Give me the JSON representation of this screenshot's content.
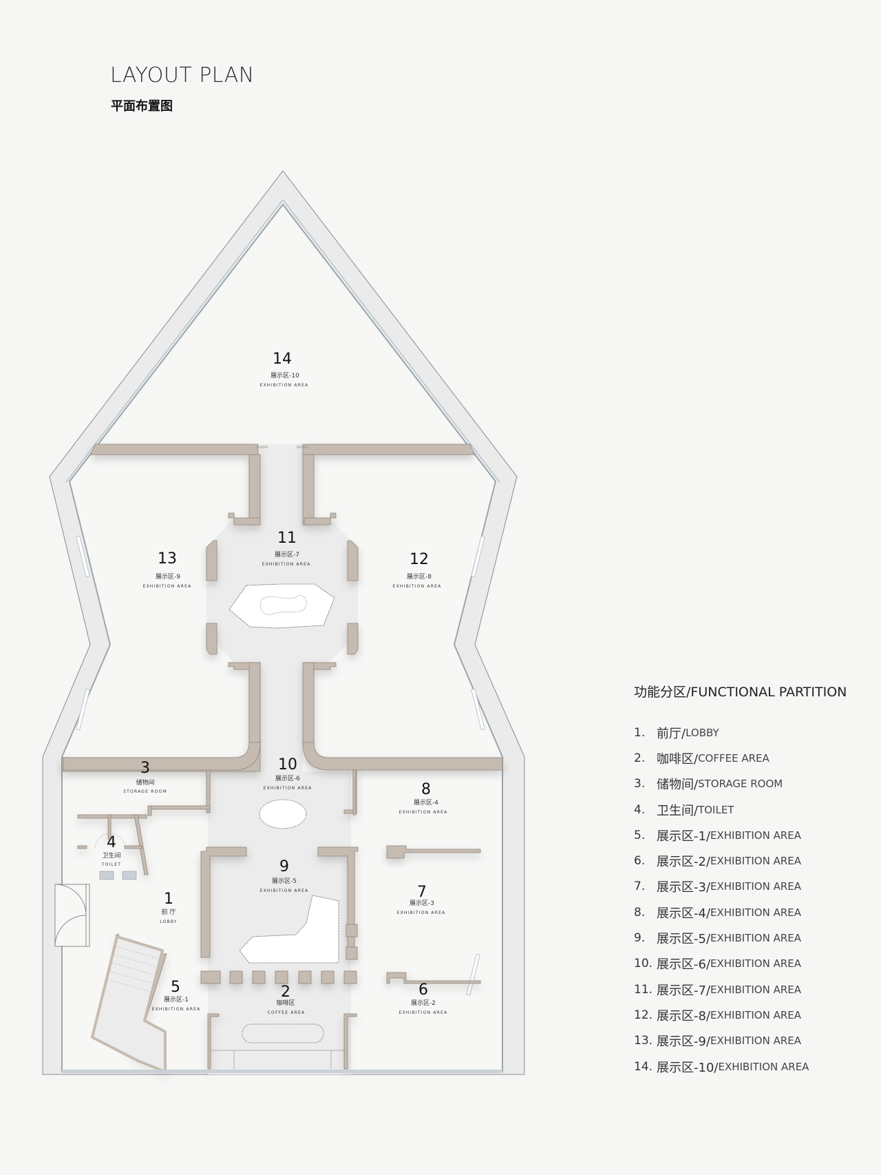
{
  "header": {
    "title_en": "LAYOUT PLAN",
    "title_zh": "平面布置图"
  },
  "plan": {
    "colors": {
      "background": "#f6f6f5",
      "shell": "#ebebec",
      "wall": "#c6bbb0",
      "floor": "#f7f7f6",
      "corridor": "#ececec",
      "glass": "#b9c4cc"
    },
    "rooms": [
      {
        "num": "1",
        "zh": "前 厅",
        "en": "LOBBY"
      },
      {
        "num": "2",
        "zh": "咖啡区",
        "en": "COFFEE AREA"
      },
      {
        "num": "3",
        "zh": "储物间",
        "en": "STORAGE ROOM"
      },
      {
        "num": "4",
        "zh": "卫生间",
        "en": "TOILET"
      },
      {
        "num": "5",
        "zh": "展示区-1",
        "en": "EXHIBITION AREA"
      },
      {
        "num": "6",
        "zh": "展示区-2",
        "en": "EXHIBITION AREA"
      },
      {
        "num": "7",
        "zh": "展示区-3",
        "en": "EXHIBITION AREA"
      },
      {
        "num": "8",
        "zh": "展示区-4",
        "en": "EXHIBITION AREA"
      },
      {
        "num": "9",
        "zh": "展示区-5",
        "en": "EXHIBITION AREA"
      },
      {
        "num": "10",
        "zh": "展示区-6",
        "en": "EXHIBITION AREA"
      },
      {
        "num": "11",
        "zh": "展示区-7",
        "en": "EXHIBITION AREA"
      },
      {
        "num": "12",
        "zh": "展示区-8",
        "en": "EXHIBITION AREA"
      },
      {
        "num": "13",
        "zh": "展示区-9",
        "en": "EXHIBITION AREA"
      },
      {
        "num": "14",
        "zh": "展示区-10",
        "en": "EXHIBITION AREA"
      }
    ]
  },
  "legend": {
    "title": "功能分区/FUNCTIONAL PARTITION",
    "items": [
      {
        "num": "1.",
        "zh": "前厅/",
        "en": "LOBBY"
      },
      {
        "num": "2.",
        "zh": "咖啡区/",
        "en": "COFFEE AREA"
      },
      {
        "num": "3.",
        "zh": "储物间/",
        "en": "STORAGE ROOM"
      },
      {
        "num": "4.",
        "zh": "卫生间/",
        "en": "TOILET"
      },
      {
        "num": "5.",
        "zh": "展示区-1/",
        "en": "EXHIBITION AREA"
      },
      {
        "num": "6.",
        "zh": "展示区-2/",
        "en": "EXHIBITION AREA"
      },
      {
        "num": "7.",
        "zh": "展示区-3/",
        "en": "EXHIBITION AREA"
      },
      {
        "num": "8.",
        "zh": "展示区-4/",
        "en": "EXHIBITION AREA"
      },
      {
        "num": "9.",
        "zh": "展示区-5/",
        "en": "EXHIBITION AREA"
      },
      {
        "num": "10.",
        "zh": "展示区-6/",
        "en": "EXHIBITION AREA"
      },
      {
        "num": "11.",
        "zh": "展示区-7/",
        "en": "EXHIBITION AREA"
      },
      {
        "num": "12.",
        "zh": "展示区-8/",
        "en": "EXHIBITION AREA"
      },
      {
        "num": "13.",
        "zh": "展示区-9/",
        "en": "EXHIBITION AREA"
      },
      {
        "num": "14.",
        "zh": "展示区-10/",
        "en": "EXHIBITION AREA"
      }
    ]
  }
}
